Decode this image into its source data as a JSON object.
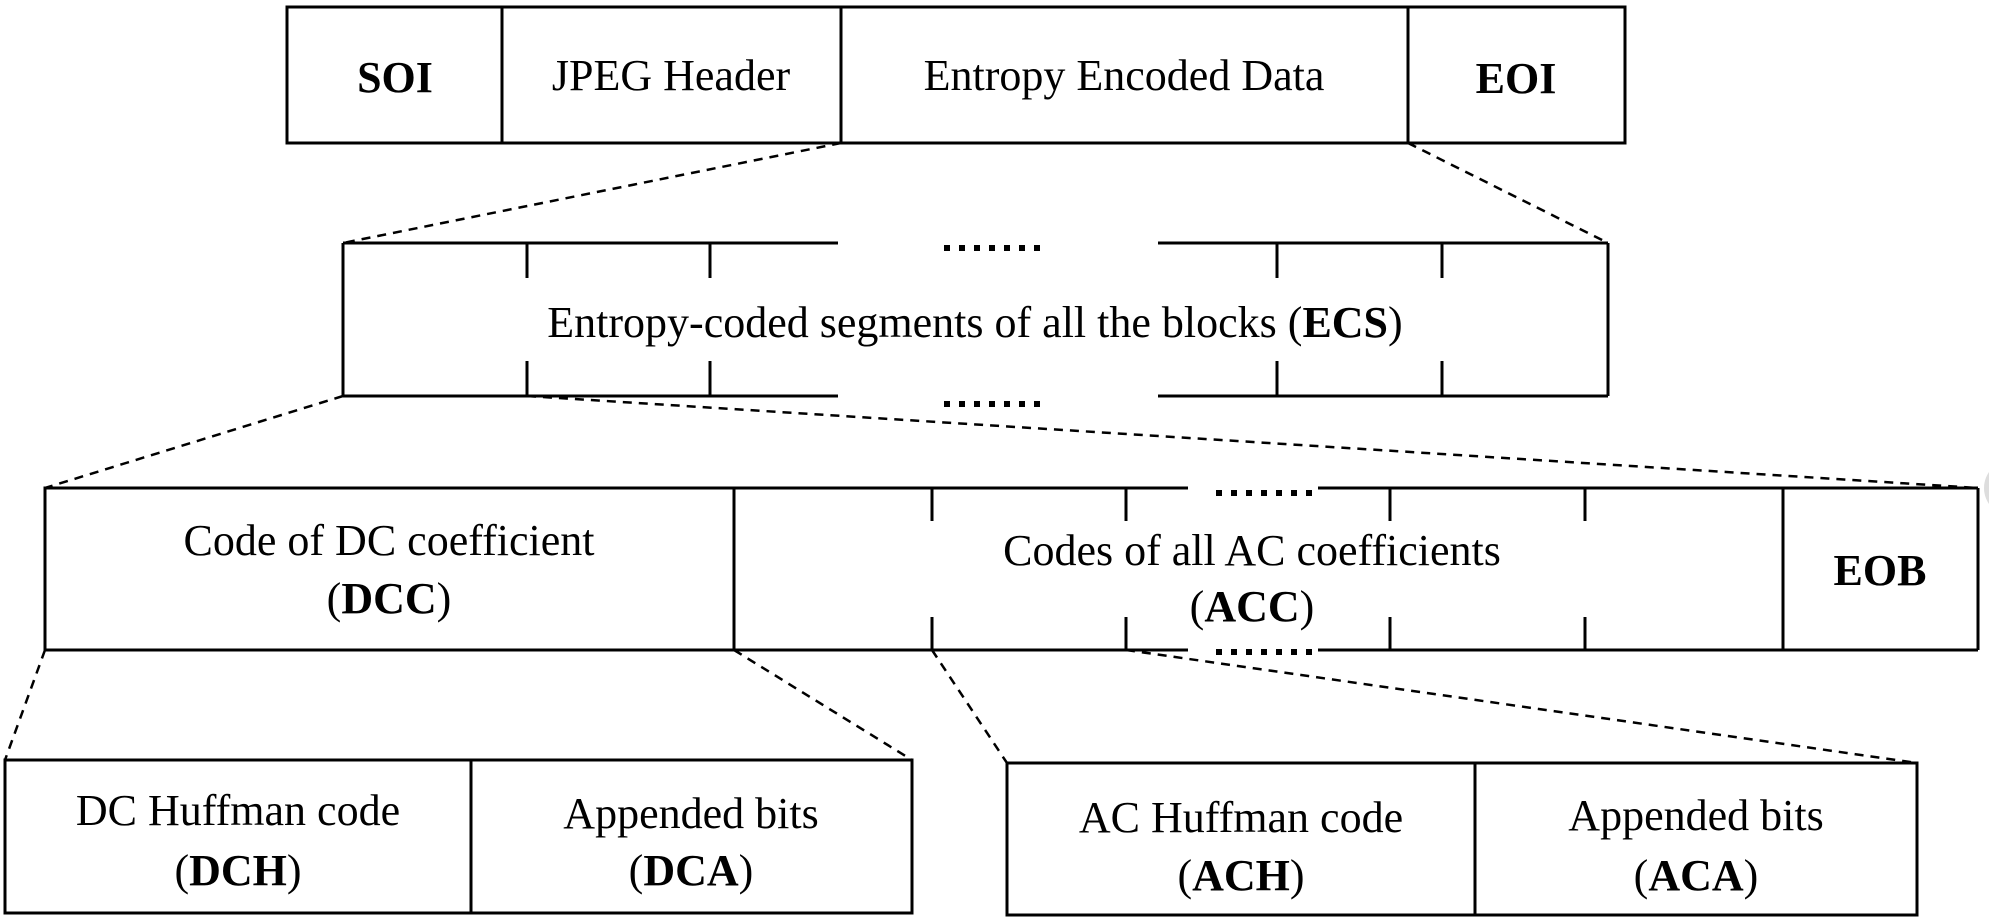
{
  "jpeg_structure": {
    "soi": "SOI",
    "header": "JPEG Header",
    "entropy_data": "Entropy Encoded Data",
    "eoi": "EOI"
  },
  "ecs_level": {
    "label": "Entropy-coded segments of all the blocks (",
    "abbr": "ECS",
    "close": ")",
    "ellipsis": "......"
  },
  "block_level": {
    "dc_line1": "Code of DC coefficient",
    "dc_open": "(",
    "dc_abbr": "DCC",
    "dc_close": ")",
    "ac_line1": "Codes of all AC coefficients",
    "ac_open": "(",
    "ac_abbr": "ACC",
    "ac_close": ")",
    "eob": "EOB",
    "ellipsis": "......"
  },
  "dc_detail": {
    "huffman_line1": "DC Huffman code",
    "huffman_open": "(",
    "huffman_abbr": "DCH",
    "huffman_close": ")",
    "appended_line1": "Appended bits",
    "appended_open": "(",
    "appended_abbr": "DCA",
    "appended_close": ")"
  },
  "ac_detail": {
    "huffman_line1": "AC Huffman code",
    "huffman_open": "(",
    "huffman_abbr": "ACH",
    "huffman_close": ")",
    "appended_line1": "Appended bits",
    "appended_open": "(",
    "appended_abbr": "ACA",
    "appended_close": ")"
  }
}
